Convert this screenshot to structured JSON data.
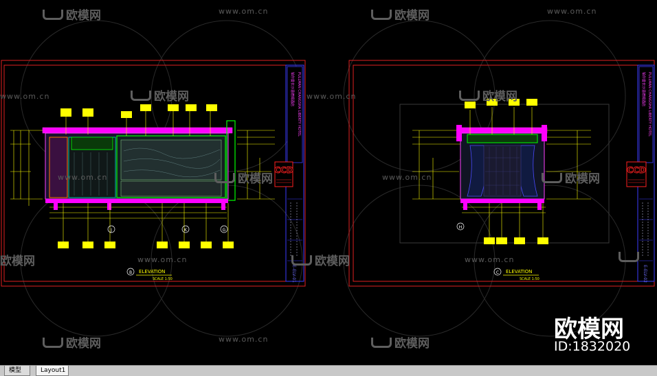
{
  "app": {
    "tabs": [
      {
        "label": "模型",
        "active": false
      },
      {
        "label": "Layout1",
        "active": true
      }
    ]
  },
  "sheets": [
    {
      "elevation_tag": "B",
      "elevation_label": "ELEVATION",
      "scale_text": "SCALE 1:50",
      "logo": "CCD",
      "hotel_cn": "铂尔曼长沙温德姆酒店",
      "hotel_en": "PULLMAN CHANGSHA LIBERTY HOTEL",
      "drawing_no": "E-ELV-01",
      "markers": [
        "J",
        "K",
        "G"
      ]
    },
    {
      "elevation_tag": "C",
      "elevation_label": "ELEVATION",
      "scale_text": "SCALE 1:50",
      "logo": "CCD",
      "hotel_cn": "铂尔曼长沙温德姆酒店",
      "hotel_en": "PULLMAN CHANGSHA LIBERTY HOTEL",
      "drawing_no": "E-ELV-02",
      "markers": [
        "H"
      ]
    }
  ],
  "watermark": {
    "site": "www.om.cn",
    "logo_text": "欧模网",
    "brand": "欧模网",
    "id": "ID:1832020"
  },
  "colors": {
    "background": "#000000",
    "border_red": "#e02020",
    "title_block_blue": "#2a2aff",
    "magenta": "#ff00ff",
    "yellow": "#ffff00",
    "green": "#00ff00",
    "cyan": "#00ffff"
  }
}
